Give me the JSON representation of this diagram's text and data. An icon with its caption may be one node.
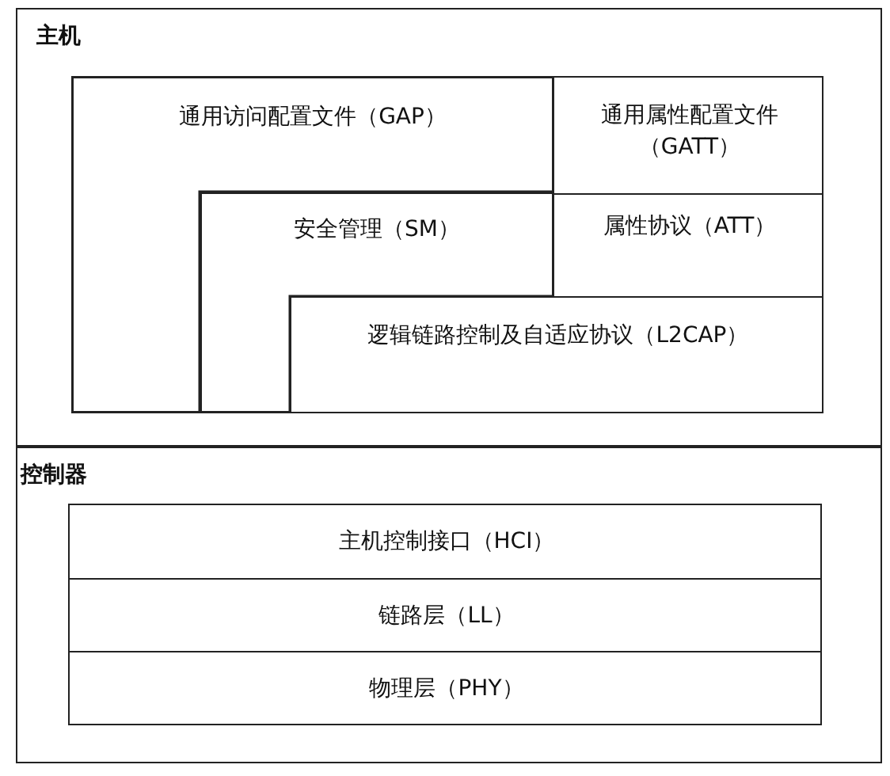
{
  "diagram": {
    "nodes": [
      {
        "text": [
          "主机"
        ]
      },
      {
        "text": [
          "控制器"
        ]
      },
      {
        "text": [
          "通用访问配置文件（GAP）"
        ],
        "in": 0
      },
      {
        "text": [
          "安全管理（SM）"
        ],
        "in": 2
      },
      {
        "text": [
          "通用属性配置文件（GATT）"
        ],
        "in": 0
      },
      {
        "text": [
          "属性协议（ATT）"
        ],
        "in": 0
      },
      {
        "text": [
          "逻辑链路控制及自适应协议（L2CAP）"
        ],
        "in": 0
      },
      {
        "text": [
          "主机控制接口（HCI）"
        ],
        "in": 1
      },
      {
        "text": [
          "链路层（LL）"
        ],
        "in": 1
      },
      {
        "text": [
          "物理层（PHY）"
        ],
        "in": 1
      }
    ]
  }
}
